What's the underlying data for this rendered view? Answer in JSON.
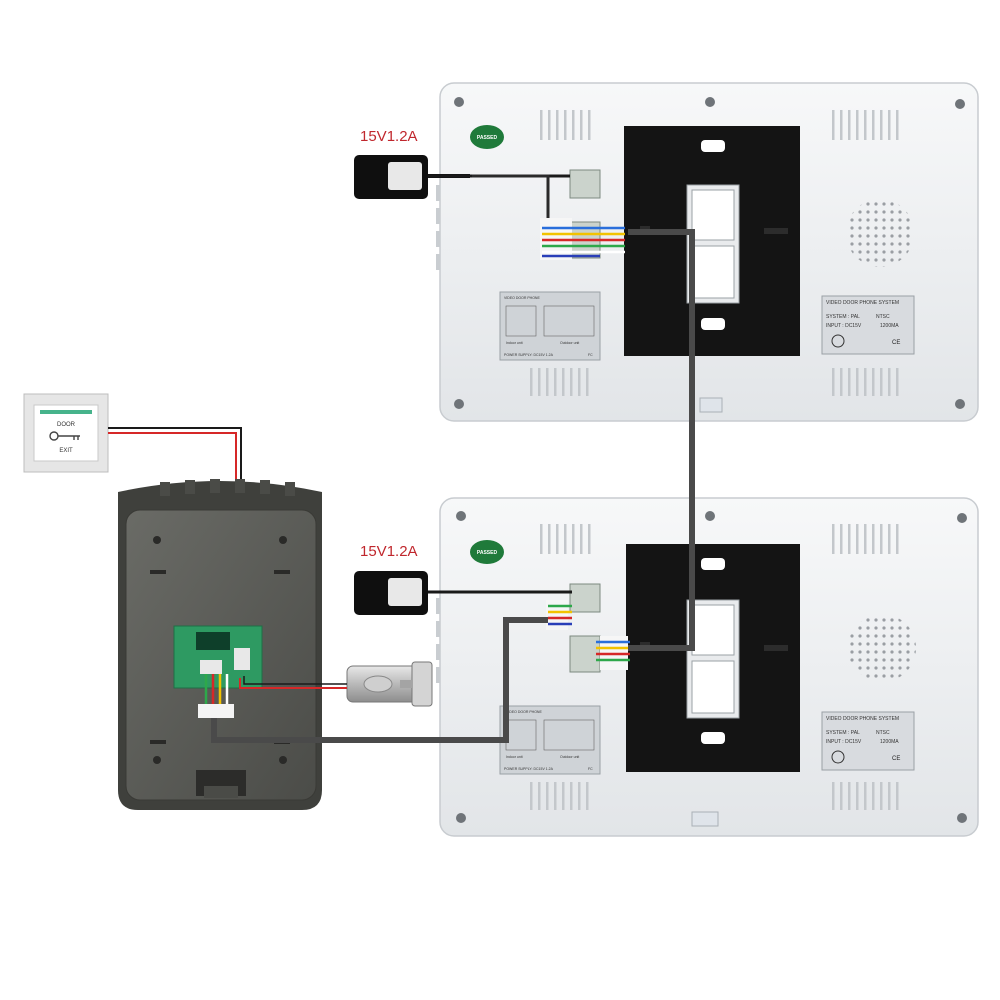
{
  "power_adapter_top": {
    "label": "15V1.2A"
  },
  "power_adapter_bottom": {
    "label": "15V1.2A"
  },
  "monitor_top": {
    "passed_sticker": "PASSED",
    "spec_label": {
      "title": "VIDEO DOOR PHONE SYSTEM",
      "system_line": "SYSTEM : PAL",
      "ntsc": "NTSC",
      "input_line": "INPUT : DC15V",
      "current": "1200MA",
      "ce": "CE"
    },
    "wiring_label": {
      "title": "VIDEO DOOR PHONE",
      "indoor": "Indoor unit",
      "outdoor": "Outdoor unit",
      "supply": "POWER SUPPLY: DC15V 1.2A",
      "fcc": "FC"
    }
  },
  "monitor_bottom": {
    "passed_sticker": "PASSED",
    "spec_label": {
      "title": "VIDEO DOOR PHONE SYSTEM",
      "system_line": "SYSTEM : PAL",
      "ntsc": "NTSC",
      "input_line": "INPUT : DC15V",
      "current": "1200MA",
      "ce": "CE"
    },
    "wiring_label": {
      "title": "VIDEO DOOR PHONE",
      "indoor": "Indoor unit",
      "outdoor": "Outdoor unit",
      "supply": "POWER SUPPLY: DC15V 1.2A",
      "fcc": "FC"
    }
  },
  "exit_button": {
    "top_text": "DOOR",
    "bottom_text": "EXIT"
  },
  "colors": {
    "wire_red": "#d62828",
    "wire_black": "#1a1a1a",
    "cable_gray": "#4a4a4a",
    "monitor_shell": "#eef0f2",
    "mount_plate": "#141414",
    "door_station": "#5c5d58"
  }
}
